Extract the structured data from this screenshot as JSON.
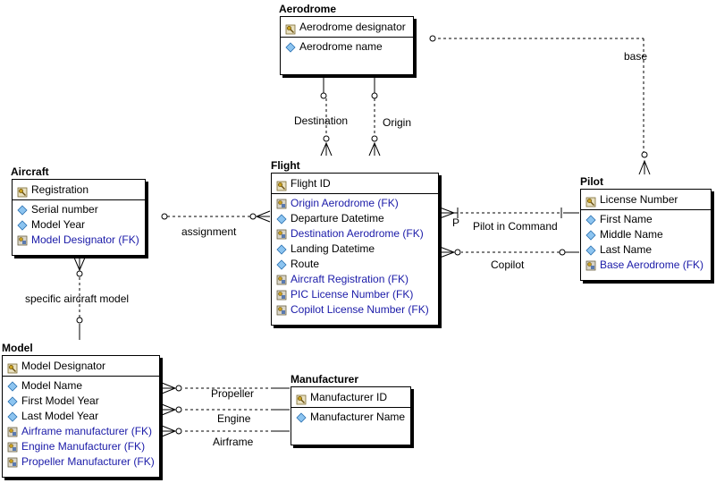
{
  "entities": {
    "aerodrome": {
      "title": "Aerodrome",
      "pk": [
        "Aerodrome designator"
      ],
      "attrs": [
        {
          "text": "Aerodrome name",
          "fk": false
        }
      ]
    },
    "aircraft": {
      "title": "Aircraft",
      "pk": [
        "Registration"
      ],
      "attrs": [
        {
          "text": "Serial number",
          "fk": false
        },
        {
          "text": "Model Year",
          "fk": false
        },
        {
          "text": "Model Designator (FK)",
          "fk": true
        }
      ]
    },
    "flight": {
      "title": "Flight",
      "pk": [
        "Flight ID"
      ],
      "attrs": [
        {
          "text": "Origin Aerodrome (FK)",
          "fk": true
        },
        {
          "text": "Departure Datetime",
          "fk": false
        },
        {
          "text": "Destination Aerodrome (FK)",
          "fk": true
        },
        {
          "text": "Landing Datetime",
          "fk": false
        },
        {
          "text": "Route",
          "fk": false
        },
        {
          "text": "Aircraft Registration (FK)",
          "fk": true
        },
        {
          "text": "PIC License Number (FK)",
          "fk": true
        },
        {
          "text": "Copilot License Number (FK)",
          "fk": true
        }
      ]
    },
    "pilot": {
      "title": "Pilot",
      "pk": [
        "License Number"
      ],
      "attrs": [
        {
          "text": "First Name",
          "fk": false
        },
        {
          "text": "Middle Name",
          "fk": false
        },
        {
          "text": "Last Name",
          "fk": false
        },
        {
          "text": "Base Aerodrome (FK)",
          "fk": true
        }
      ]
    },
    "model": {
      "title": "Model",
      "pk": [
        "Model Designator"
      ],
      "attrs": [
        {
          "text": "Model Name",
          "fk": false
        },
        {
          "text": "First Model Year",
          "fk": false
        },
        {
          "text": "Last Model Year",
          "fk": false
        },
        {
          "text": "Airframe manufacturer (FK)",
          "fk": true
        },
        {
          "text": "Engine Manufacturer (FK)",
          "fk": true
        },
        {
          "text": "Propeller Manufacturer (FK)",
          "fk": true
        }
      ]
    },
    "manufacturer": {
      "title": "Manufacturer",
      "pk": [
        "Manufacturer ID"
      ],
      "attrs": [
        {
          "text": "Manufacturer Name",
          "fk": false
        }
      ]
    }
  },
  "relationships": {
    "base": "base",
    "destination": "Destination",
    "origin": "Origin",
    "assignment": "assignment",
    "pilot_in_command": "Pilot in Command",
    "pilot_in_command_marker": "P",
    "copilot": "Copilot",
    "specific_aircraft_model": "specific aircraft model",
    "propeller": "Propeller",
    "engine": "Engine",
    "airframe": "Airframe"
  },
  "colors": {
    "fk_text": "#1a1aa8",
    "line": "#000000",
    "key_icon": "#c8a020",
    "attr_icon": "#5aa0e0"
  }
}
